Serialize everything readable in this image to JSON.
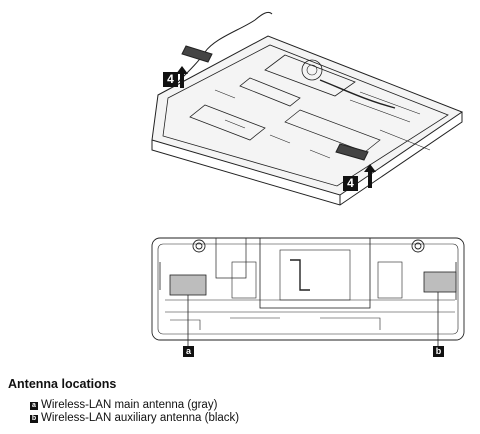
{
  "step_labels": [
    "4",
    "4"
  ],
  "callouts": {
    "a": "a",
    "b": "b"
  },
  "heading": "Antenna locations",
  "legend": [
    {
      "key": "a",
      "text": "Wireless-LAN main antenna (gray)"
    },
    {
      "key": "b",
      "text": "Wireless-LAN auxiliary antenna (black)"
    }
  ],
  "colors": {
    "gray_antenna": "#bdbdbd",
    "black_antenna": "#2a2a2a",
    "line": "#222222"
  }
}
